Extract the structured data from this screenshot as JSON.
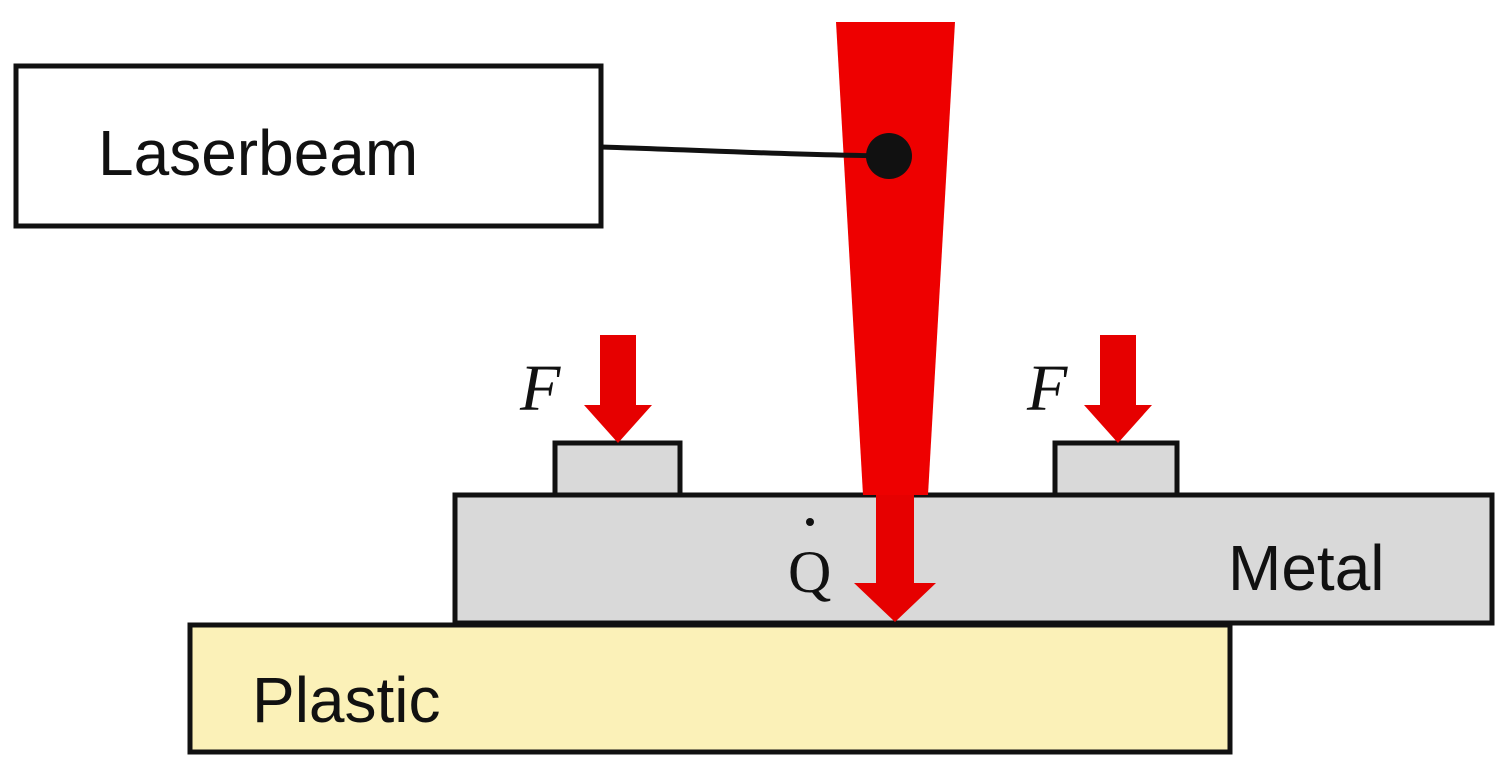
{
  "labels": {
    "laserbeam": "Laserbeam",
    "metal": "Metal",
    "plastic": "Plastic",
    "force_left": "F",
    "force_right": "F",
    "heat_flow": "Q"
  },
  "colors": {
    "laser": "#ee0000",
    "force_arrow": "#e60000",
    "metal": "#d9d9d9",
    "clamp": "#d9d9d9",
    "plastic": "#fbf1b8",
    "outline": "#111111"
  }
}
